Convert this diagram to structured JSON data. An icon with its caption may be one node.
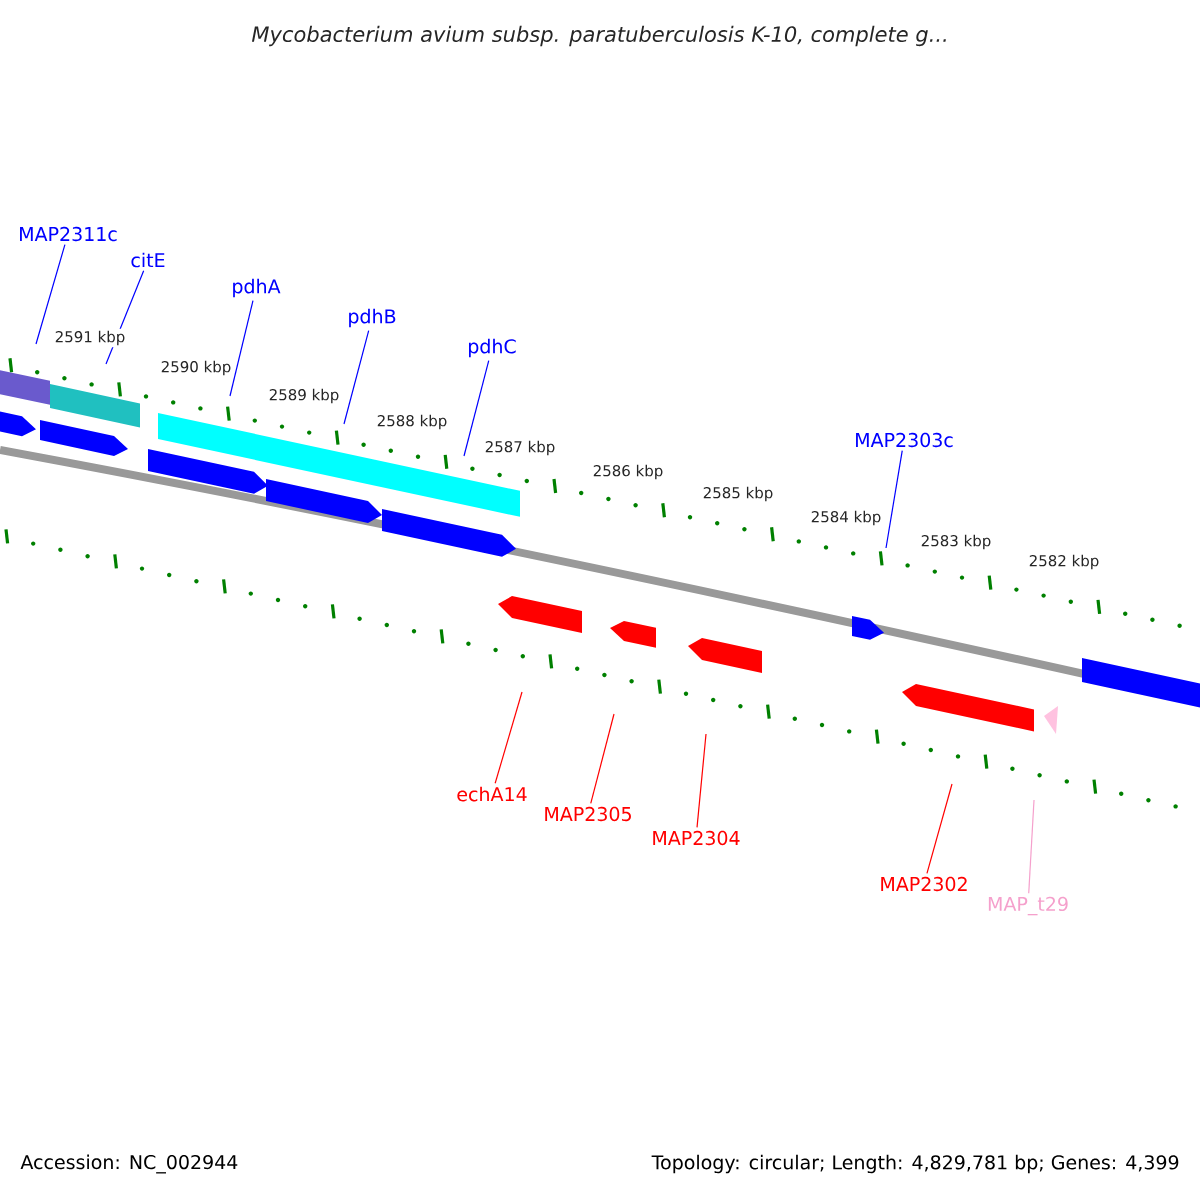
{
  "diagram": {
    "title": "Mycobacterium avium subsp. paratuberculosis K-10, complete g...",
    "nodes": [
      {
        "text": [
          "MAP2311c"
        ]
      },
      {
        "text": [
          "citE"
        ]
      },
      {
        "text": [
          "pdhA"
        ]
      },
      {
        "text": [
          "pdhB"
        ]
      },
      {
        "text": [
          "pdhC"
        ]
      },
      {
        "text": [
          "MAP2303c"
        ]
      },
      {
        "text": [
          "echA14"
        ]
      },
      {
        "text": [
          "MAP2305"
        ]
      },
      {
        "text": [
          "MAP2304"
        ]
      },
      {
        "text": [
          "MAP2302"
        ]
      },
      {
        "text": [
          "MAP_t29"
        ]
      }
    ],
    "edges": [
      {
        "from": 0,
        "to": null,
        "arrow": "none"
      },
      {
        "from": 1,
        "to": null,
        "arrow": "none"
      },
      {
        "from": 2,
        "to": null,
        "arrow": "none"
      },
      {
        "from": 3,
        "to": null,
        "arrow": "none"
      },
      {
        "from": 4,
        "to": null,
        "arrow": "none"
      },
      {
        "from": 5,
        "to": null,
        "arrow": "none"
      },
      {
        "from": 6,
        "to": null,
        "arrow": "none",
        "color": "#ff0000"
      },
      {
        "from": 7,
        "to": null,
        "arrow": "none",
        "color": "#ff0000"
      },
      {
        "from": 8,
        "to": null,
        "arrow": "none",
        "color": "#ff0000"
      },
      {
        "from": 9,
        "to": null,
        "arrow": "none",
        "color": "#ff0000"
      },
      {
        "from": 10,
        "to": null,
        "arrow": "none",
        "color": "#f5a0cc"
      }
    ],
    "labels": [
      "2591 kbp",
      "2590 kbp",
      "2589 kbp",
      "2588 kbp",
      "2587 kbp",
      "2586 kbp",
      "2585 kbp",
      "2584 kbp",
      "2583 kbp",
      "2582 kbp",
      "Accession: NC_002944",
      "Topology: circular; Length: 4,829,781 bp; Genes: 4,399"
    ]
  }
}
